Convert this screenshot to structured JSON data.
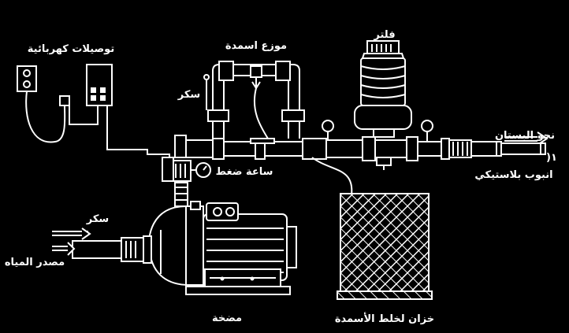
{
  "labels": {
    "electrical": "توصيلات كهربائية",
    "fertilizer_distributor": "موزع اسمدة",
    "filter": "فلتر",
    "valve_top": "سكر",
    "pressure_gauge": "ساعة ضغط",
    "to_garden": "نحو البستان",
    "plastic_pipe": "انبوب بلاستيكي",
    "valve_left": "سكر",
    "water_source": "مصدر المياه",
    "pump": "مضخة",
    "mixing_tank": "خزان لخلط الأسمدة",
    "marker": "١("
  },
  "colors": {
    "background": "#000000",
    "line": "#ffffff"
  }
}
